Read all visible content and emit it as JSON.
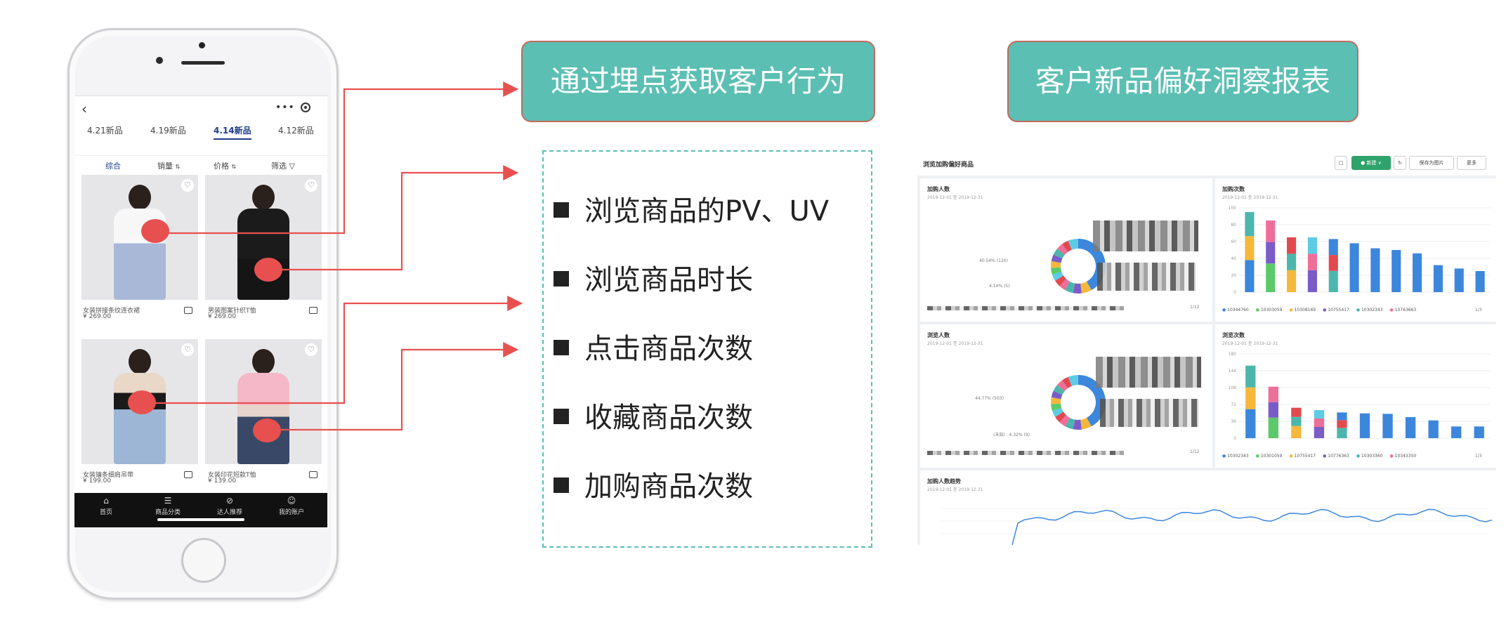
{
  "phone": {
    "tabs": [
      "4.21新品",
      "4.19新品",
      "4.14新品",
      "4.12新品"
    ],
    "active_tab_index": 2,
    "filters": [
      "综合",
      "销量",
      "价格",
      "筛选"
    ],
    "icons": {
      "back": "‹",
      "more": "•••",
      "heart": "♡",
      "filter": "▽",
      "sort": "⇅"
    },
    "products": [
      {
        "name": "女装拼接条纹连衣裙",
        "price": "¥ 269.00"
      },
      {
        "name": "男装图案针织T恤",
        "price": "¥ 269.00"
      },
      {
        "name": "女装镶条细肩吊带",
        "price": "¥ 199.00"
      },
      {
        "name": "女装印花短款T恤",
        "price": "¥ 139.00"
      }
    ],
    "nav": [
      {
        "label": "首页",
        "icon": "⌂"
      },
      {
        "label": "商品分类",
        "icon": "☰"
      },
      {
        "label": "达人推荐",
        "icon": "⊘"
      },
      {
        "label": "我的账户",
        "icon": "☺"
      }
    ]
  },
  "banner_left": "通过埋点获取客户行为",
  "banner_right": "客户新品偏好洞察报表",
  "behaviors": [
    "浏览商品的PV、UV",
    "浏览商品时长",
    "点击商品次数",
    "收藏商品次数",
    "加购商品次数"
  ],
  "dashboard": {
    "title": "浏览加购偏好商品",
    "buttons": [
      "□",
      "● 新建 ∨",
      "↻",
      "保存为图片",
      "更多"
    ],
    "panels": [
      {
        "title": "加购人数",
        "date": "2019-12-01 至 2019-12-31",
        "label": "40.54% (120)",
        "label2": "4.14% (5)",
        "page": "1/12"
      },
      {
        "title": "加购次数",
        "date": "2019-12-01 至 2019-12-31",
        "page": "1/3"
      },
      {
        "title": "浏览人数",
        "date": "2019-12-01 至 2019-12-31",
        "label": "44.77% (503)",
        "label2": "(未知) : 4.32% (9)",
        "page": "1/12"
      },
      {
        "title": "浏览次数",
        "date": "2019-12-01 至 2019-12-31",
        "page": "1/3"
      },
      {
        "title": "加购人数趋势",
        "date": "2019-12-01 至 2019-12-31"
      }
    ],
    "bar_legend_top": [
      "10344760",
      "10303059",
      "10308169",
      "10755417",
      "10302343",
      "10763663"
    ],
    "bar_legend_bottom": [
      "10302343",
      "10301059",
      "10755417",
      "10776363",
      "10303360",
      "10343350"
    ],
    "colors": {
      "blue": "#3c87dc",
      "green": "#5cc96b",
      "orange": "#f5b83c",
      "purple": "#7a5cc8",
      "teal": "#4db6ac",
      "pink": "#ee6e9a",
      "red": "#e2494e",
      "cyan": "#5ecbe5",
      "grey": "#8a8a8a"
    }
  },
  "chart_data": [
    {
      "type": "bar",
      "title": "加购次数",
      "ylim": [
        0,
        100
      ],
      "series": [
        {
          "values": [
            95,
            85,
            65,
            65,
            63,
            58,
            52,
            50,
            46,
            32,
            28,
            25
          ]
        }
      ]
    },
    {
      "type": "bar",
      "title": "浏览次数",
      "ylim": [
        0,
        180
      ],
      "series": [
        {
          "values": [
            155,
            110,
            65,
            60,
            55,
            53,
            52,
            45,
            38,
            25,
            25
          ]
        }
      ]
    },
    {
      "type": "line",
      "title": "加购人数趋势",
      "ylim": [
        0,
        10
      ]
    }
  ]
}
